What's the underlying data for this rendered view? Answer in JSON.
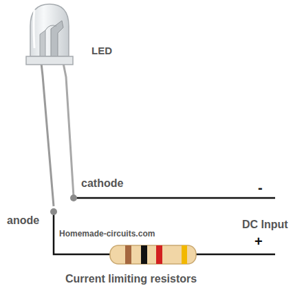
{
  "diagram": {
    "labels": [
      "LED",
      "cathode",
      "anode",
      "-",
      "DC Input",
      "+",
      "Homemade-circuits.com",
      "Current limiting resistors"
    ]
  }
}
